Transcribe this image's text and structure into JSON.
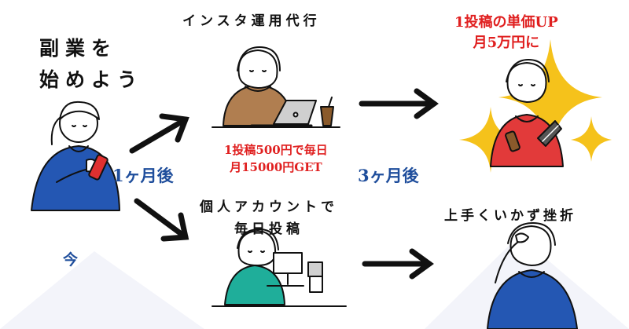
{
  "start": {
    "title_lines": [
      "副業を",
      "始めよう"
    ],
    "now_label": "今"
  },
  "timeline": {
    "one_month": "1ヶ月後",
    "three_months": "3ヶ月後"
  },
  "paths": {
    "instagram": {
      "title": "インスタ運用代行",
      "earnings_lines": [
        "1投稿500円で毎日",
        "月15000円GET"
      ]
    },
    "personal": {
      "title_lines": [
        "個人アカウントで",
        "毎日投稿"
      ]
    }
  },
  "outcomes": {
    "success_lines": [
      "1投稿の単価UP",
      "月5万円に"
    ],
    "failure": "上手くいかず挫折"
  },
  "colors": {
    "red": "#e02020",
    "blue": "#1f4e9c",
    "sparkle": "#f5c21b",
    "line": "#111111"
  },
  "icons": [
    "arrow-icon",
    "sparkle-icon",
    "laptop-icon",
    "coffee-icon",
    "smartphone-icon",
    "cash-icon"
  ]
}
